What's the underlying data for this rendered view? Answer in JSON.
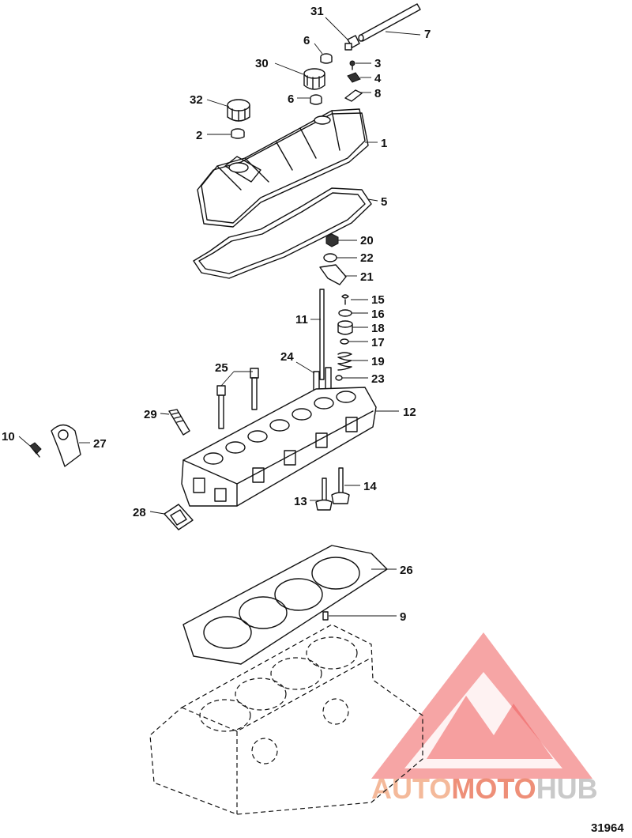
{
  "figure_number": "31964",
  "watermark": {
    "parts": [
      "AUTO",
      "MOTO",
      "HUB"
    ],
    "colors": {
      "light": "#f4b99a",
      "mid": "#ee8f78",
      "dark": "#c9c9c9",
      "logo": "#ef5b5b"
    }
  },
  "callouts": [
    {
      "id": "c31",
      "label": "31"
    },
    {
      "id": "c7",
      "label": "7"
    },
    {
      "id": "c6a",
      "label": "6"
    },
    {
      "id": "c30",
      "label": "30"
    },
    {
      "id": "c3",
      "label": "3"
    },
    {
      "id": "c4",
      "label": "4"
    },
    {
      "id": "c8",
      "label": "8"
    },
    {
      "id": "c32",
      "label": "32"
    },
    {
      "id": "c6b",
      "label": "6"
    },
    {
      "id": "c2",
      "label": "2"
    },
    {
      "id": "c1",
      "label": "1"
    },
    {
      "id": "c5",
      "label": "5"
    },
    {
      "id": "c20",
      "label": "20"
    },
    {
      "id": "c22",
      "label": "22"
    },
    {
      "id": "c21",
      "label": "21"
    },
    {
      "id": "c15",
      "label": "15"
    },
    {
      "id": "c16",
      "label": "16"
    },
    {
      "id": "c11",
      "label": "11"
    },
    {
      "id": "c18",
      "label": "18"
    },
    {
      "id": "c17",
      "label": "17"
    },
    {
      "id": "c24",
      "label": "24"
    },
    {
      "id": "c19",
      "label": "19"
    },
    {
      "id": "c25",
      "label": "25"
    },
    {
      "id": "c23",
      "label": "23"
    },
    {
      "id": "c12",
      "label": "12"
    },
    {
      "id": "c29",
      "label": "29"
    },
    {
      "id": "c10",
      "label": "10"
    },
    {
      "id": "c27",
      "label": "27"
    },
    {
      "id": "c14",
      "label": "14"
    },
    {
      "id": "c13",
      "label": "13"
    },
    {
      "id": "c28",
      "label": "28"
    },
    {
      "id": "c26",
      "label": "26"
    },
    {
      "id": "c9",
      "label": "9"
    }
  ]
}
